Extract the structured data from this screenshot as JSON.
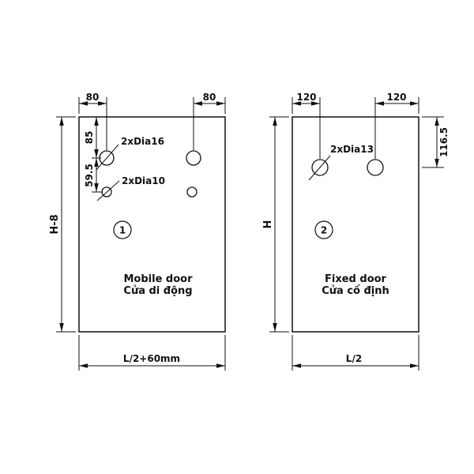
{
  "page": {
    "background": "#ffffff",
    "line_color": "#111111"
  },
  "left_panel": {
    "badge": "1",
    "name_en": "Mobile door",
    "name_vi": "Cửa di động",
    "dims": {
      "top_left": "80",
      "top_right": "80",
      "height": "H-8",
      "hole_top": "85",
      "hole_gap": "59.5",
      "width": "L/2+60mm"
    },
    "hole_labels": {
      "large": "2xDia16",
      "small": "2xDia10"
    }
  },
  "right_panel": {
    "badge": "2",
    "name_en": "Fixed door",
    "name_vi": "Cửa cố định",
    "dims": {
      "top_left": "120",
      "top_right": "120",
      "height": "H",
      "hole_offset": "116.5",
      "width": "L/2"
    },
    "hole_labels": {
      "large": "2xDia13"
    }
  }
}
